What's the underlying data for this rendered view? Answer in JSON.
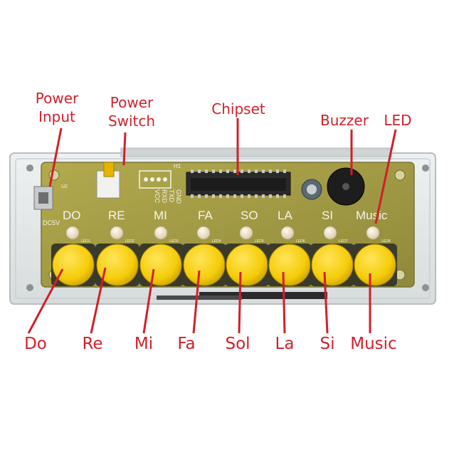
{
  "callouts": {
    "power_input": [
      "Power",
      "Input"
    ],
    "power_switch": [
      "Power",
      "Switch"
    ],
    "chipset": "Chipset",
    "buzzer": "Buzzer",
    "led": "LED"
  },
  "board": {
    "silkscreen_notes": [
      "DO",
      "RE",
      "MI",
      "FA",
      "SO",
      "LA",
      "SI",
      "Music"
    ],
    "port_label": "DC5V",
    "header_label": "H1",
    "header_pins": [
      "GND",
      "TXD",
      "RXD",
      "VCC"
    ],
    "chip_marker": "U2",
    "led_labels": [
      "LED1",
      "LED2",
      "LED3",
      "LED4",
      "LED5",
      "LED6",
      "LED7",
      "LED8"
    ]
  },
  "button_labels": [
    "Do",
    "Re",
    "Mi",
    "Fa",
    "Sol",
    "La",
    "Si",
    "Music"
  ],
  "colors": {
    "annotation": "#d0202a",
    "pcb": "#a7a045",
    "button": "#f7d10a",
    "led": "#e8e0cc",
    "chip": "#222222"
  }
}
